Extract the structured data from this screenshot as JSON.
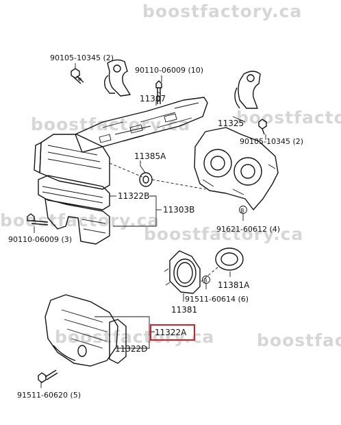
{
  "watermark": "boostfactory.ca",
  "highlight_color": "#d51d26",
  "callouts": {
    "p90105_top": "90105-10345 (2)",
    "p90110_top": "90110-06009 (10)",
    "p11307": "11307",
    "p11325": "11325",
    "p90105_right": "90105-10345 (2)",
    "p11385a": "11385A",
    "p11322b": "11322B",
    "p11303b": "11303B",
    "p90110_left": "90110-06009 (3)",
    "p91621": "91621-60612 (4)",
    "p11381a": "11381A",
    "p91511_614": "91511-60614 (6)",
    "p11381": "11381",
    "p11322a": "11322A",
    "p11322d": "11322D",
    "p91511_620": "91511-60620 (5)"
  },
  "badge_letter": "B"
}
